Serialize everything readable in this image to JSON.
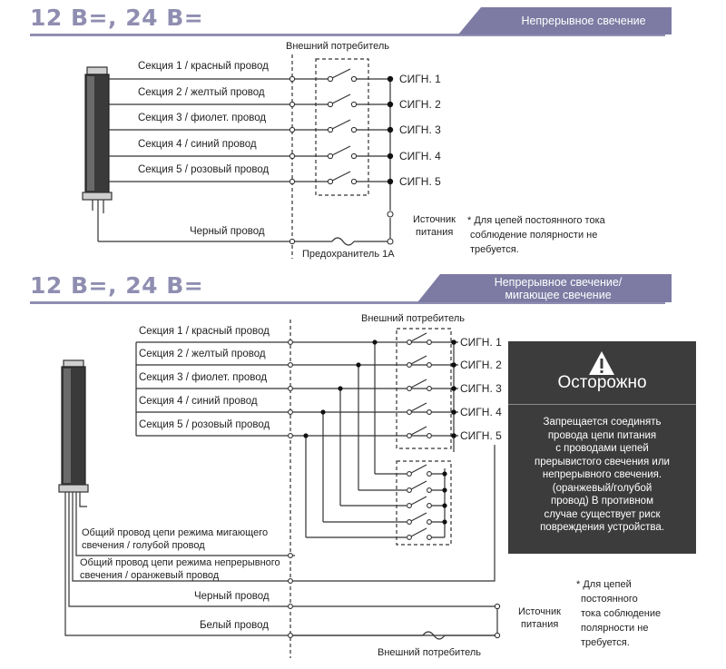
{
  "section1": {
    "title": "12 В=, 24 В=",
    "banner": "Непрерывное свечение",
    "consumer_label": "Внешний потребитель",
    "wires": [
      "Секция 1 / красный провод",
      "Секция 2 / желтый провод",
      "Секция 3 / фиолет. провод",
      "Секция 4 / синий провод",
      "Секция 5 / розовый провод"
    ],
    "signals": [
      "СИГН. 1",
      "СИГН. 2",
      "СИГН. 3",
      "СИГН. 4",
      "СИГН. 5"
    ],
    "black_wire": "Черный провод",
    "fuse_label": "Предохранитель 1А",
    "source_label_1": "Источник",
    "source_label_2": "питания",
    "note_lines": [
      "* Для цепей постоянного тока",
      "соблюдение полярности не",
      "требуется."
    ]
  },
  "section2": {
    "title": "12 В=, 24 В=",
    "banner_line1": "Непрерывное свечение/",
    "banner_line2": "мигающее свечение",
    "consumer_label": "Внешний потребитель",
    "wires": [
      "Секция 1 / красный провод",
      "Секция 2 / желтый провод",
      "Секция 3 / фиолет. провод",
      "Секция 4 / синий провод",
      "Секция 5 / розовый провод"
    ],
    "signals": [
      "СИГН. 1",
      "СИГН. 2",
      "СИГН. 3",
      "СИГН. 4",
      "СИГН. 5"
    ],
    "common_blink_1": "Общий провод цепи режима мигающего",
    "common_blink_2": "свечения / голубой провод",
    "common_steady_1": "Общий провод цепи режима непрерывного",
    "common_steady_2": "свечения / оранжевый провод",
    "black_wire": "Черный провод",
    "white_wire": "Белый провод",
    "bottom_consumer": "Внешний потребитель",
    "source_label_1": "Источник",
    "source_label_2": "питания",
    "note_lines": [
      "* Для цепей",
      "постоянного",
      "тока соблюдение",
      "полярности не",
      "требуется."
    ]
  },
  "caution": {
    "title": "Осторожно",
    "text_lines": [
      "Запрещается соединять",
      "провода цепи питания",
      "с проводами цепей",
      "прерывистого свечения или",
      "непрерывного свечения.",
      "(оранжевый/голубой",
      "провод) В противном",
      "случае существует риск",
      "повреждения устройства."
    ]
  },
  "colors": {
    "header": "#8f8eb1",
    "banner": "#7d7ba3",
    "caution_bg": "#3c3c3c",
    "wire": "#333333"
  }
}
